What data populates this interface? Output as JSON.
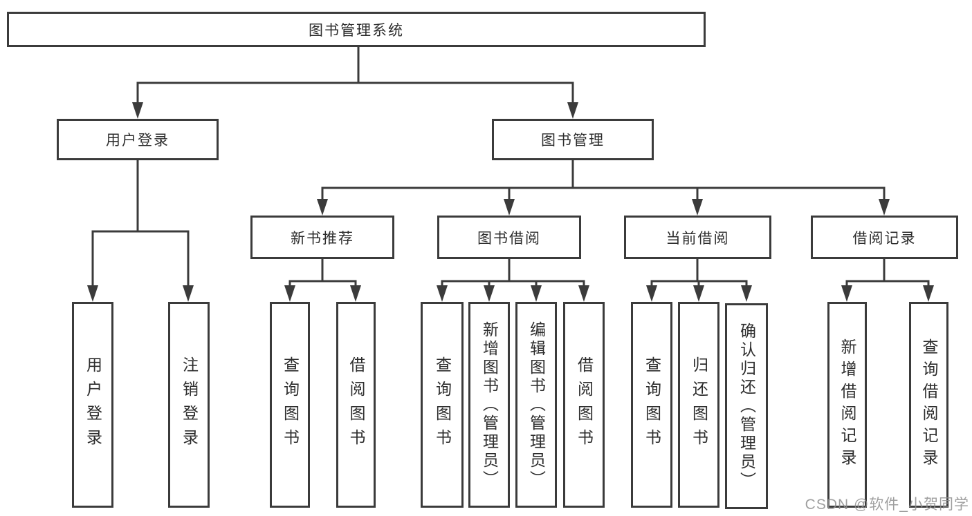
{
  "diagram": {
    "title_node": {
      "label": "图书管理系统"
    },
    "level2": [
      {
        "label": "用户登录"
      },
      {
        "label": "图书管理"
      }
    ],
    "level3": [
      {
        "label": "新书推荐"
      },
      {
        "label": "图书借阅"
      },
      {
        "label": "当前借阅"
      },
      {
        "label": "借阅记录"
      }
    ],
    "leaves": {
      "user_login": [
        {
          "label": "用户登录"
        },
        {
          "label": "注销登录"
        }
      ],
      "new_book": [
        {
          "label": "查询图书"
        },
        {
          "label": "借阅图书"
        }
      ],
      "book_borrow": [
        {
          "label": "查询图书"
        },
        {
          "label": "新增图书（管理员）"
        },
        {
          "label": "编辑图书（管理员）"
        },
        {
          "label": "借阅图书"
        }
      ],
      "current_borrow": [
        {
          "label": "查询图书"
        },
        {
          "label": "归还图书"
        },
        {
          "label": "确认归还（管理员）"
        }
      ],
      "borrow_record": [
        {
          "label": "新增借阅记录"
        },
        {
          "label": "查询借阅记录"
        }
      ]
    },
    "watermark": "CSDN @软件_小贺同学",
    "colors": {
      "line": "#3b3b3b",
      "text": "#2d2d2d",
      "watermark": "#8f8f8f",
      "background": "#ffffff"
    }
  }
}
